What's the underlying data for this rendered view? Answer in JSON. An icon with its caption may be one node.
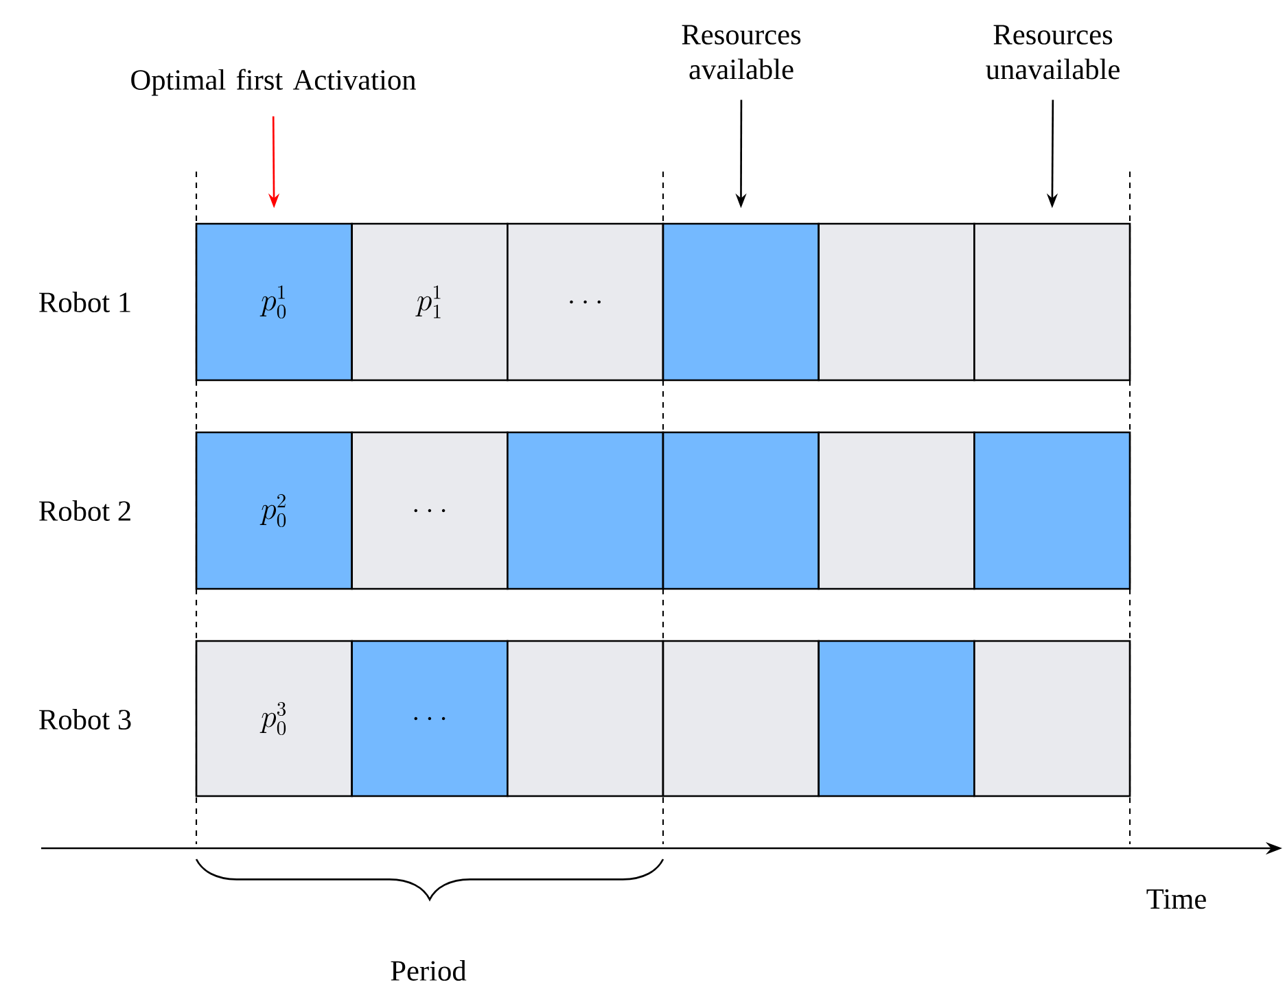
{
  "diagram": {
    "nodes": [
      {
        "text": [
          "Optimal first Activation"
        ]
      },
      {
        "text": [
          "Resources available"
        ]
      },
      {
        "text": [
          "Resources unavailable"
        ]
      },
      {
        "text": [
          "p_0^1"
        ]
      },
      {
        "text": [
          "p_1^1"
        ]
      },
      {
        "text": [
          "\\dots"
        ]
      },
      {
        "text": [],
        "shape": "box"
      },
      {
        "text": [],
        "shape": "box"
      },
      {
        "text": [],
        "shape": "box"
      },
      {
        "text": [
          "p_0^2"
        ]
      },
      {
        "text": [
          "\\dots"
        ]
      },
      {
        "text": [],
        "shape": "box"
      },
      {
        "text": [],
        "shape": "box"
      },
      {
        "text": [],
        "shape": "box"
      },
      {
        "text": [],
        "shape": "box"
      },
      {
        "text": [
          "p_0^3"
        ]
      },
      {
        "text": [
          "\\dots"
        ]
      },
      {
        "text": [],
        "shape": "box"
      },
      {
        "text": [],
        "shape": "box"
      },
      {
        "text": [],
        "shape": "box"
      },
      {
        "text": [],
        "shape": "box"
      }
    ],
    "edges": [
      {
        "from": 0,
        "to": 3,
        "arrow": "to",
        "color": "#ff0000"
      },
      {
        "from": 1,
        "to": 6,
        "arrow": "to"
      },
      {
        "from": 2,
        "to": 8,
        "arrow": "to"
      }
    ],
    "labels": [
      "Robot 1",
      "Robot 2",
      "Robot 3",
      "Time",
      "Period"
    ]
  }
}
